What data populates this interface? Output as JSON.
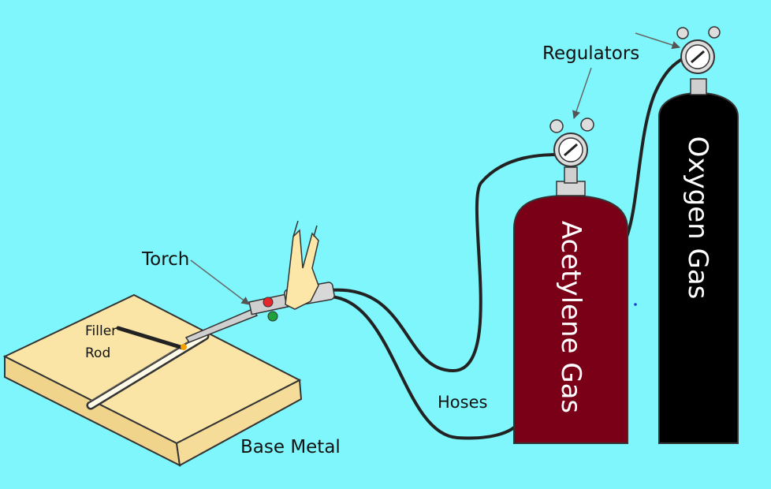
{
  "labels": {
    "regulators": "Regulators",
    "torch": "Torch",
    "filler_line1": "Filler",
    "filler_line2": "Rod",
    "hoses": "Hoses",
    "base_metal": "Base Metal",
    "acetylene": "Acetylene Gas",
    "oxygen": "Oxygen Gas"
  },
  "colors": {
    "background": "#7ff6fb",
    "acetylene_cylinder": "#7a0017",
    "oxygen_cylinder": "#000000",
    "base_metal": "#fbe5a6",
    "hose": "#222222",
    "valve_red": "#e5262a",
    "valve_green": "#1fa03a"
  }
}
